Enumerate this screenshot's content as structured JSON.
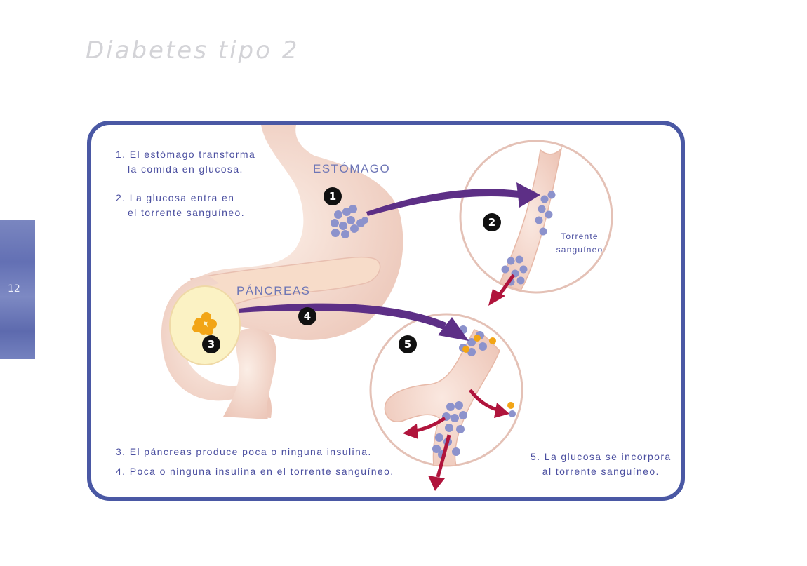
{
  "page": {
    "title": "Diabetes tipo 2",
    "page_number": "12"
  },
  "captions": {
    "step1_line1": "1. El estómago transforma",
    "step1_line2": "la comida en glucosa.",
    "step2_line1": "2. La glucosa entra en",
    "step2_line2": "el torrente sanguíneo.",
    "step3": "3. El páncreas produce poca o ninguna insulina.",
    "step4": "4. Poca o ninguna insulina en el torrente sanguíneo.",
    "step5_line1": "5. La glucosa se incorpora",
    "step5_line2": "al torrente sanguíneo."
  },
  "labels": {
    "stomach": "ESTÓMAGO",
    "pancreas": "PÁNCREAS",
    "bloodstream_line1": "Torrente",
    "bloodstream_line2": "sanguíneo"
  },
  "markers": [
    "1",
    "2",
    "3",
    "4",
    "5"
  ],
  "colors": {
    "frame": "#4a58a4",
    "organ": "#f3d9cf",
    "pancreas_fill": "#fbf2c4",
    "glucose": "#8c92cc",
    "insulin": "#f2a516",
    "arrow_purple": "#5d2f86",
    "arrow_red": "#b0143c",
    "side_tab": "#6a77b8"
  }
}
